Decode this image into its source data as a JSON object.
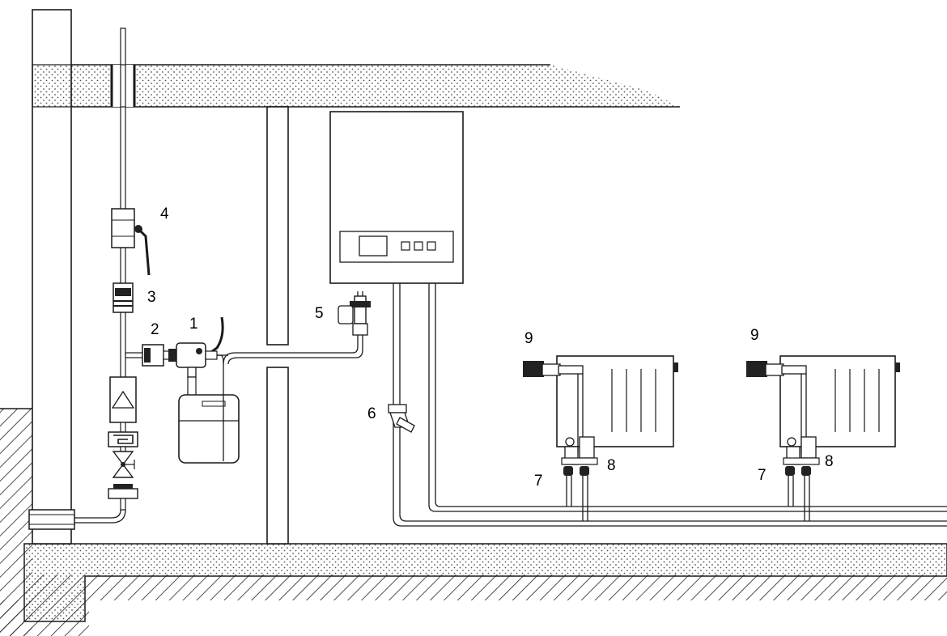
{
  "labels": {
    "n1": "1",
    "n2": "2",
    "n3": "3",
    "n4": "4",
    "n5": "5",
    "n6": "6",
    "n7a": "7",
    "n7b": "7",
    "n8a": "8",
    "n8b": "8",
    "n9a": "9",
    "n9b": "9"
  },
  "colors": {
    "line": "#1a1a1a",
    "fill": "#ffffff",
    "stipple": "#555555",
    "dark": "#222222"
  }
}
